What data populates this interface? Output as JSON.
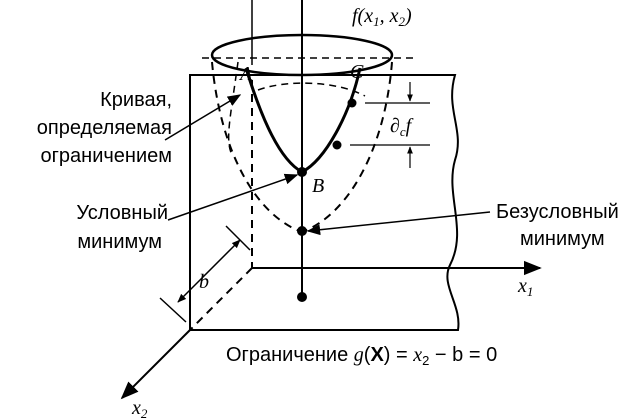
{
  "labels": {
    "func": "f(x",
    "func_sub1": "1",
    "func_mid": ", x",
    "func_sub2": "2",
    "func_end": ")",
    "point_a": "A",
    "point_b": "B",
    "point_c": "C",
    "curve_line1": "Кривая,",
    "curve_line2": "определяемая",
    "curve_line3": "ограничением",
    "cond_line1": "Условный",
    "cond_line2": "минимум",
    "uncond_line1": "Безусловный",
    "uncond_line2": "минимум",
    "deriv_d": "∂",
    "deriv_sub": "c",
    "deriv_f": "f",
    "b_label": "b",
    "x1": "x",
    "x1_sub": "1",
    "x2": "x",
    "x2_sub": "2",
    "constraint_prefix": "Ограничение ",
    "constraint_g": "g",
    "constraint_paren_open": "(",
    "constraint_X": "X",
    "constraint_rest_open": ") = ",
    "constraint_x": "x",
    "constraint_x_sub": "2",
    "constraint_tail": " − b = 0"
  },
  "colors": {
    "ink": "#000000",
    "paper": "#ffffff"
  }
}
